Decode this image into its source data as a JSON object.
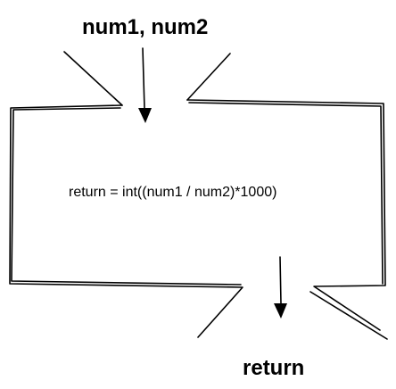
{
  "diagram": {
    "input_label": "num1, num2",
    "body_text": "return = int((num1 / num2)*1000)",
    "output_label": "return"
  },
  "colors": {
    "ink": "#000000",
    "background": "#ffffff"
  }
}
